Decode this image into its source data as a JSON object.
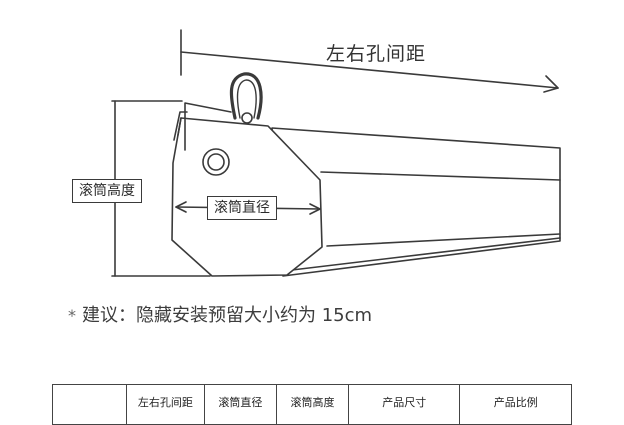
{
  "diagram": {
    "hole_spacing_label": "左右孔间距",
    "tube_height_label": "滚筒高度",
    "tube_diameter_label": "滚筒直径",
    "colors": {
      "line": "#3a3a3a",
      "background": "#ffffff"
    }
  },
  "note": {
    "symbol": "*",
    "text": "建议：隐藏安装预留大小约为 15cm"
  },
  "table": {
    "headers": [
      "",
      "左右孔间距",
      "滚筒直径",
      "滚筒高度",
      "产品尺寸",
      "产品比例"
    ]
  }
}
